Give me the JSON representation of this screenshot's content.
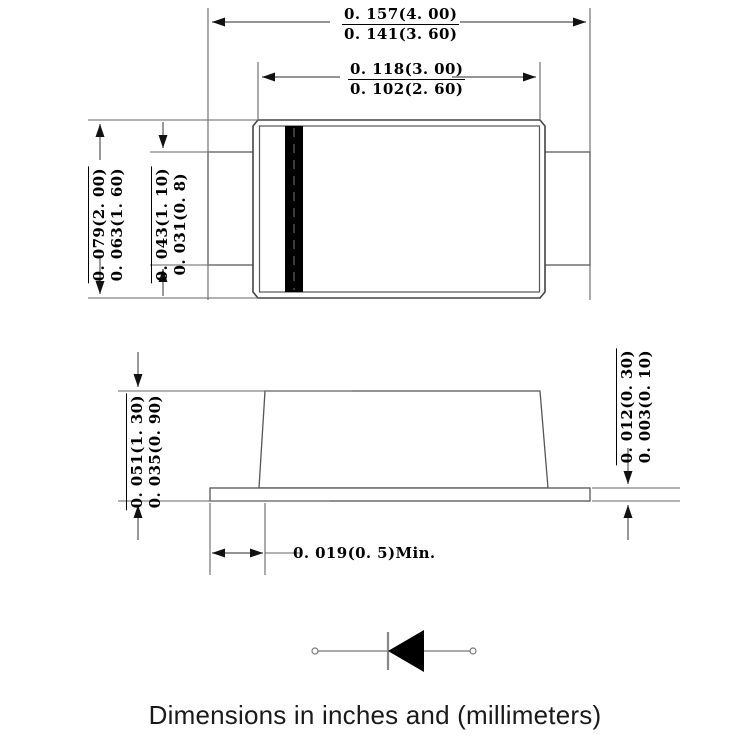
{
  "document": {
    "kind": "mechanical-package-outline-drawing",
    "caption": "Dimensions in inches and (millimeters)"
  },
  "colors": {
    "background": "#ffffff",
    "line": "#555555",
    "dimension_line": "#666666",
    "text": "#000000",
    "cathode_band": "#000000",
    "caption_text": "#1a1a1a"
  },
  "top_view": {
    "name": "top-view",
    "dimensions": {
      "overall_width": {
        "upper": "0. 157(4. 00)",
        "lower": "0. 141(3. 60)"
      },
      "body_width": {
        "upper": "0. 118(3. 00)",
        "lower": "0. 102(2. 60)"
      },
      "overall_height": {
        "upper": "0. 079(2. 00)",
        "lower": "0. 063(1. 60)"
      },
      "lead_width": {
        "upper": "0. 043(1. 10)",
        "lower": "0. 031(0. 8)"
      }
    }
  },
  "side_view": {
    "name": "side-view",
    "dimensions": {
      "body_height": {
        "upper": "0. 051(1. 30)",
        "lower": "0. 035(0. 90)"
      },
      "lead_thickness": {
        "upper": "0. 012(0. 30)",
        "lower": "0. 003(0. 10)"
      },
      "lead_foot_length": {
        "value": "0. 019(0. 5)Min."
      }
    }
  },
  "schematic": {
    "name": "diode-symbol",
    "polarity": "cathode-left",
    "terminals": 2
  }
}
